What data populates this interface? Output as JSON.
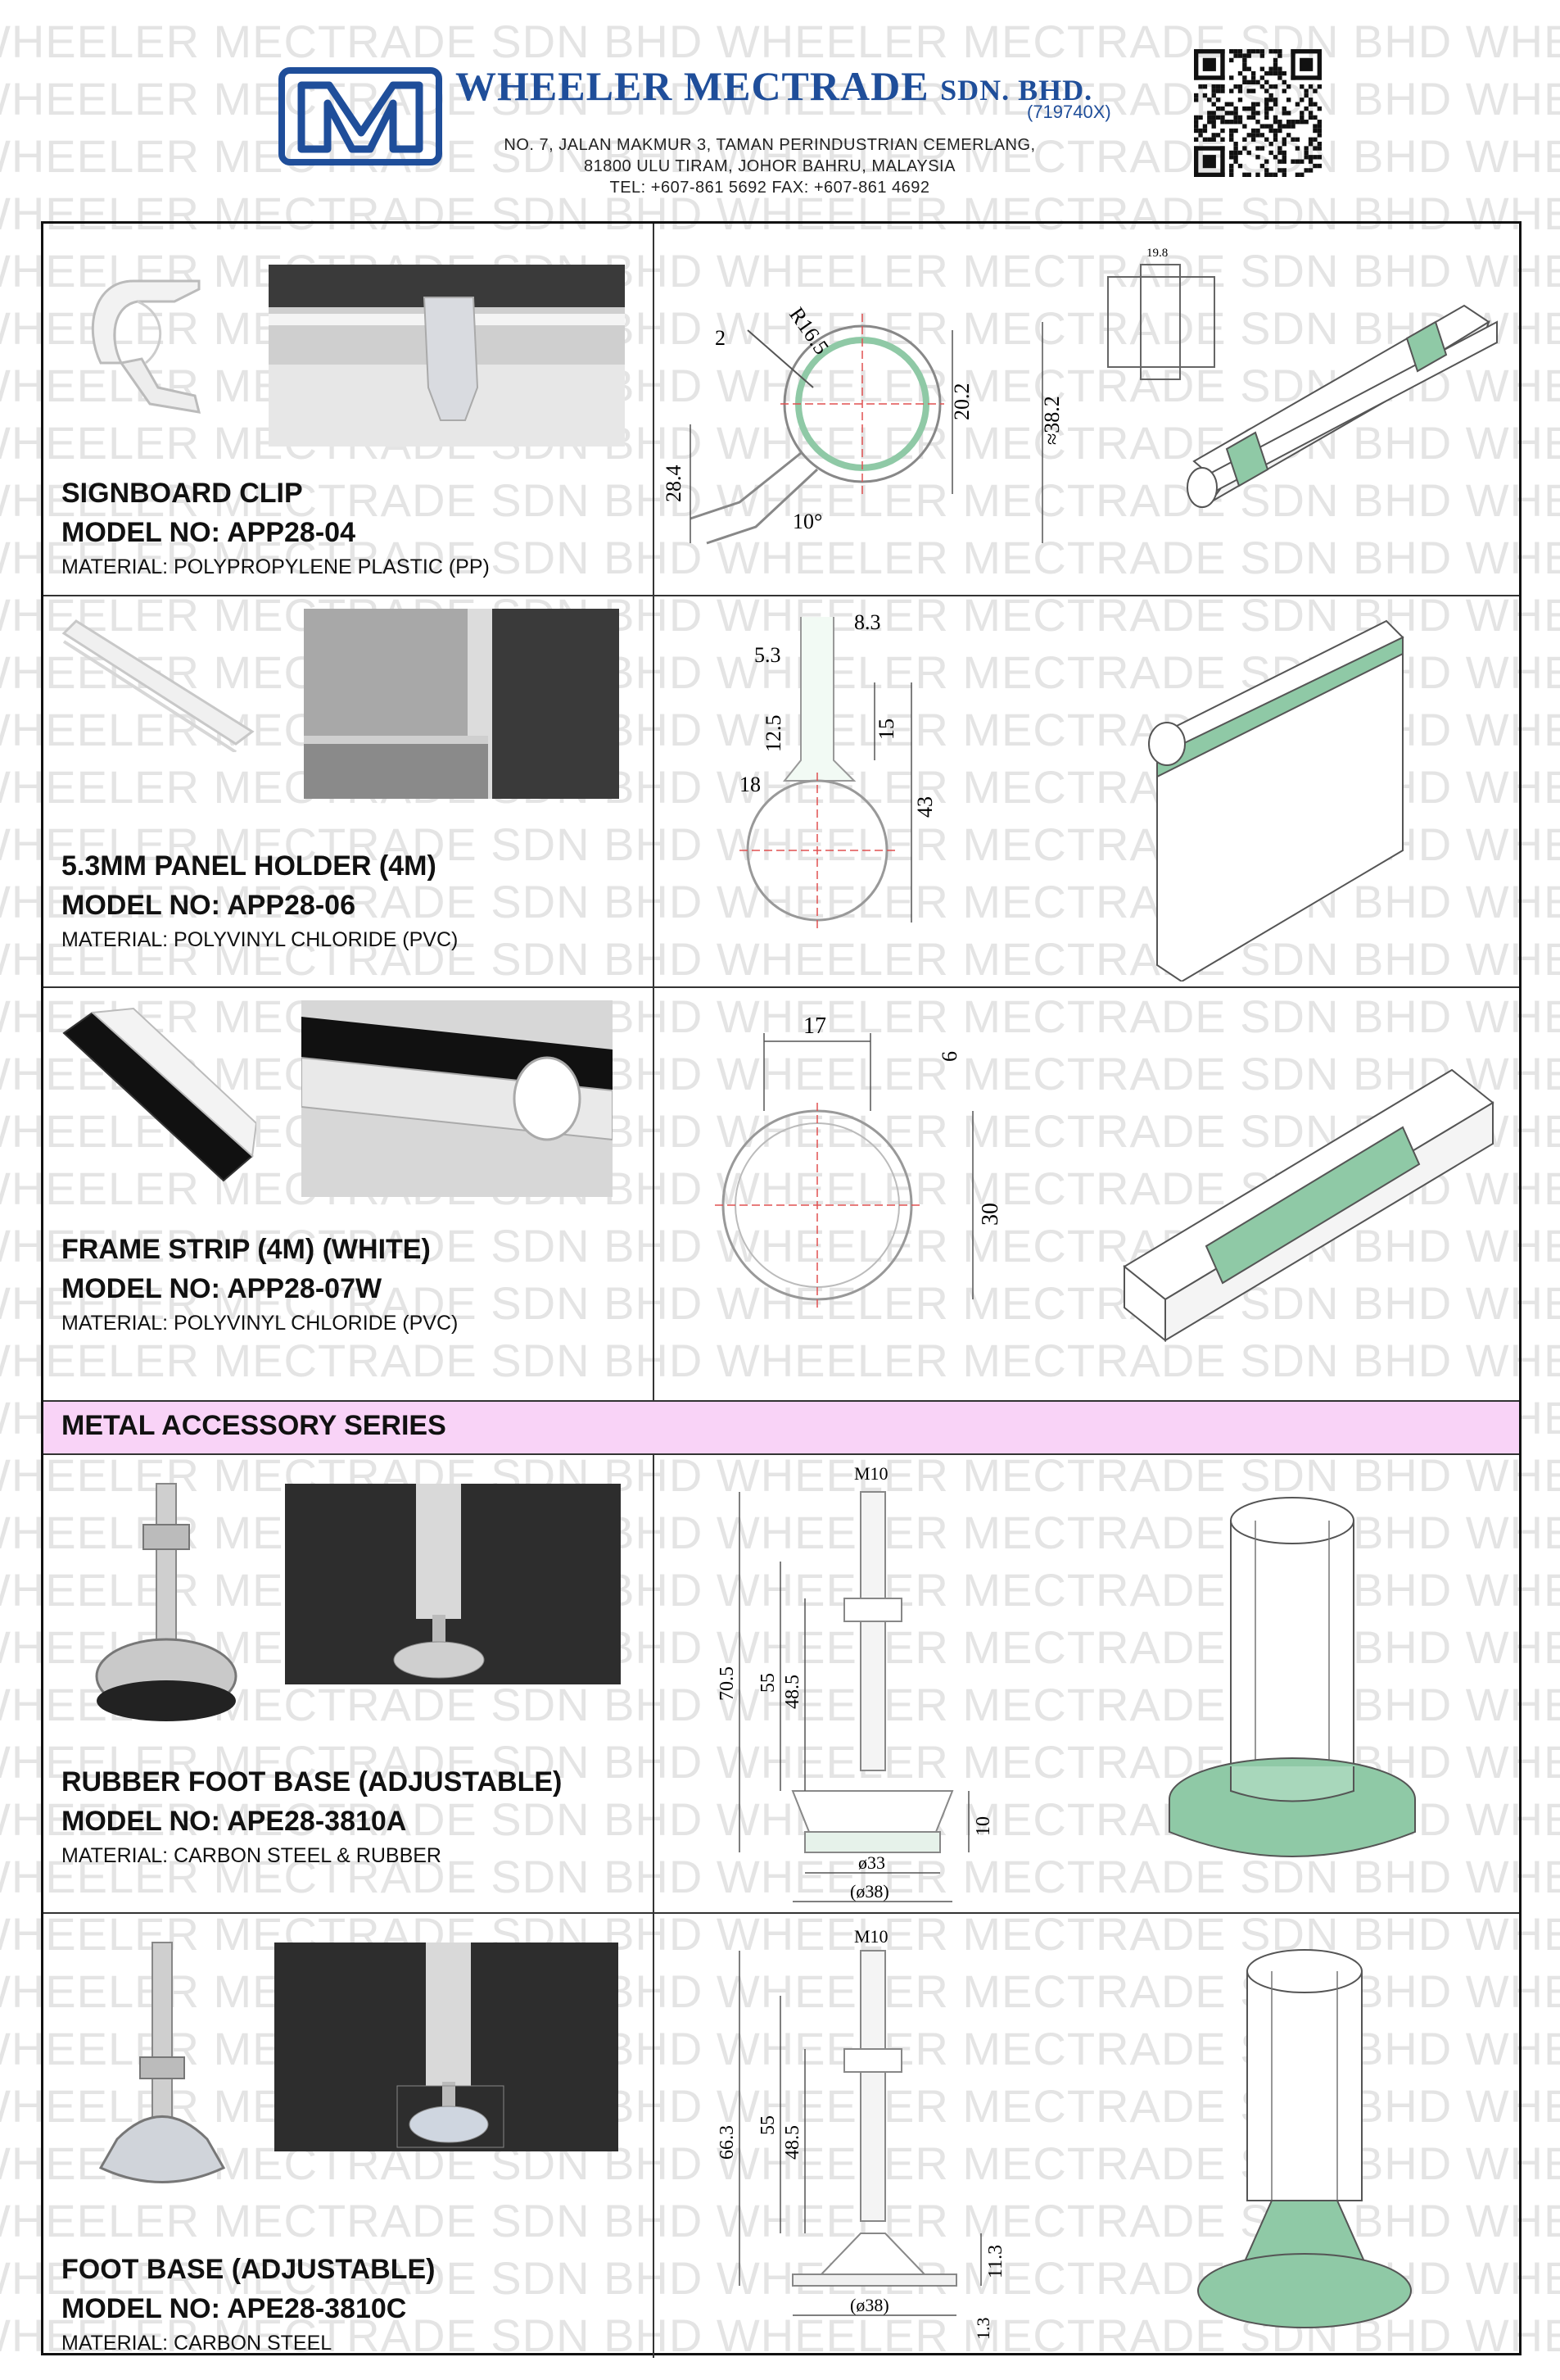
{
  "watermark_text": "WHEELER MECTRADE SDN BHD",
  "header": {
    "company_name": "WHEELER MECTRADE",
    "company_suffix": "SDN. BHD.",
    "registration": "(719740X)",
    "address_line1": "NO. 7, JALAN MAKMUR 3, TAMAN PERINDUSTRIAN CEMERLANG,",
    "address_line2": "81800 ULU TIRAM, JOHOR BAHRU, MALAYSIA",
    "contact": "TEL: +607-861 5692  FAX: +607-861 4692",
    "brand_color": "#1f4e9a"
  },
  "products": [
    {
      "name": "SIGNBOARD CLIP",
      "model": "MODEL NO: APP28-04",
      "material": "MATERIAL: POLYPROPYLENE PLASTIC (PP)",
      "dims": [
        "R16.5",
        "2",
        "20.2",
        "≈38.2",
        "28.4",
        "10°",
        "19.8"
      ]
    },
    {
      "name": "5.3MM PANEL HOLDER (4M)",
      "model": "MODEL NO: APP28-06",
      "material": "MATERIAL: POLYVINYL CHLORIDE (PVC)",
      "dims": [
        "8.3",
        "5.3",
        "12.5",
        "15",
        "18",
        "43"
      ]
    },
    {
      "name": "FRAME STRIP (4M) (WHITE)",
      "model": "MODEL NO: APP28-07W",
      "material": "MATERIAL: POLYVINYL CHLORIDE (PVC)",
      "dims": [
        "17",
        "6",
        "30"
      ]
    }
  ],
  "section_banner": "METAL ACCESSORY SERIES",
  "section_color": "#f9d3f7",
  "metal_products": [
    {
      "name": "RUBBER FOOT BASE (ADJUSTABLE)",
      "model": "MODEL NO: APE28-3810A",
      "material": "MATERIAL: CARBON STEEL & RUBBER",
      "dims": [
        "M10",
        "70.5",
        "55",
        "48.5",
        "10",
        "ø33",
        "(ø38)"
      ]
    },
    {
      "name": "FOOT BASE (ADJUSTABLE)",
      "model": "MODEL NO: APE28-3810C",
      "material": "MATERIAL: CARBON STEEL",
      "dims": [
        "M10",
        "66.3",
        "55",
        "48.5",
        "11.3",
        "(ø38)",
        "1.3"
      ]
    }
  ],
  "accent_green": "#8fc9a6"
}
